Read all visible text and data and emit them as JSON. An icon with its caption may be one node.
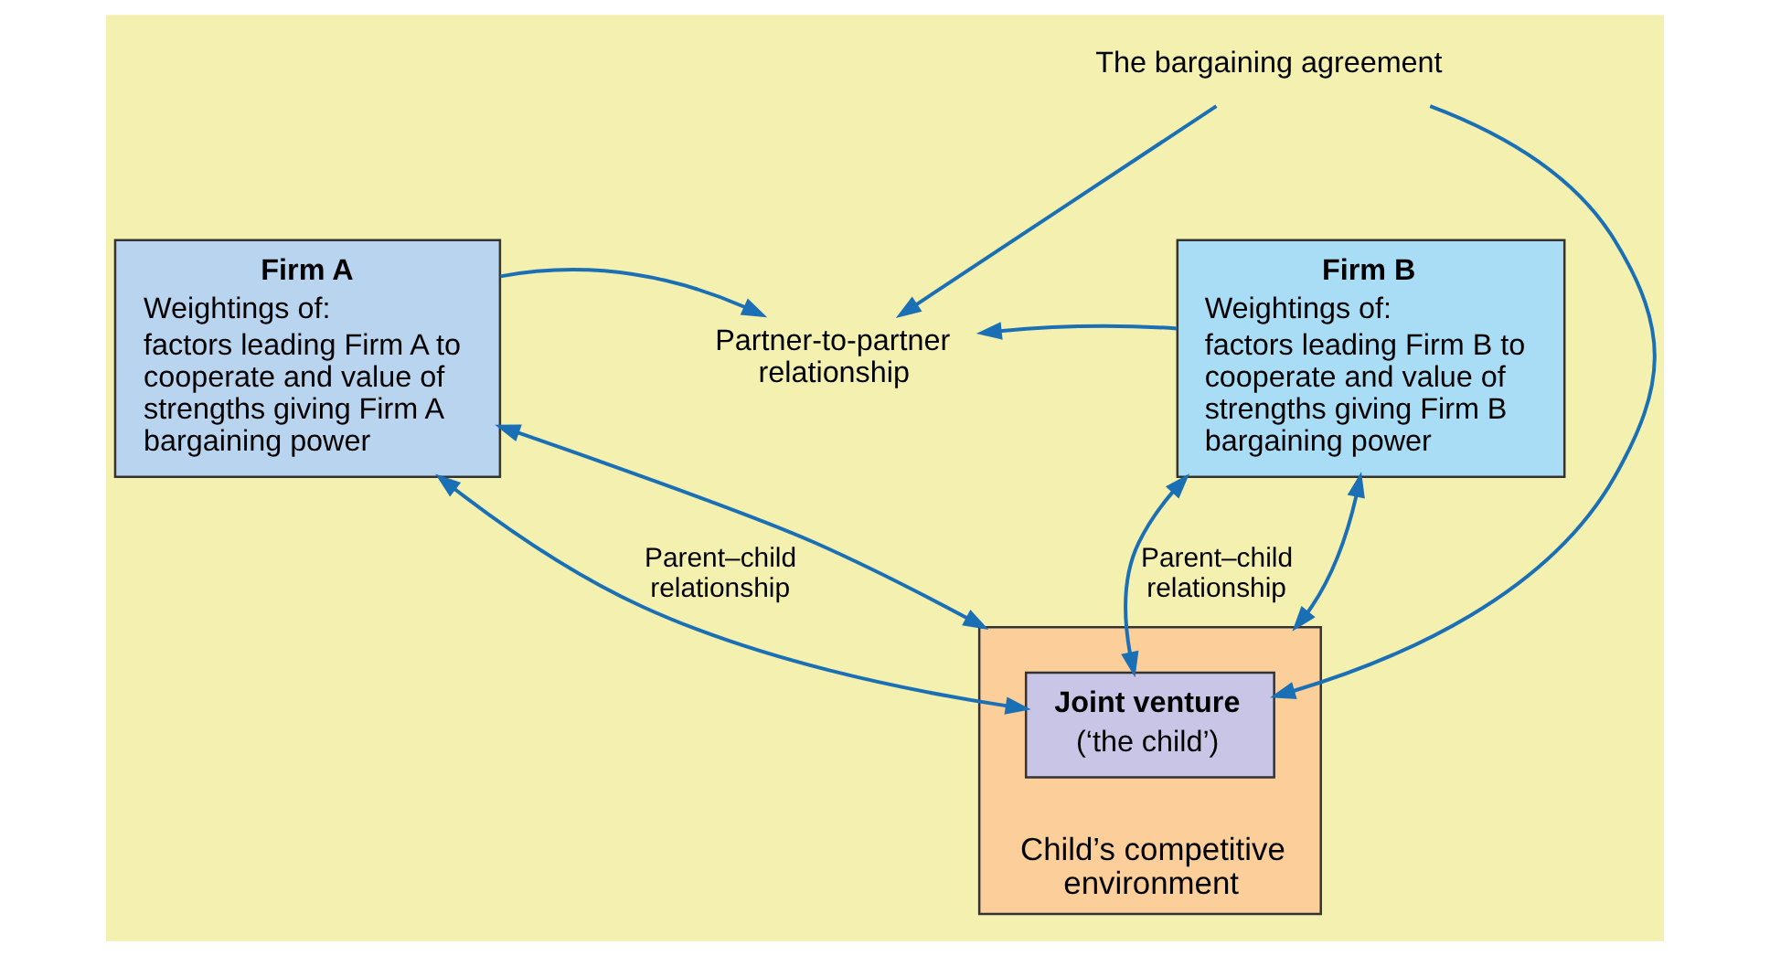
{
  "diagram": {
    "nodes": [
      {
        "text": [
          "Firm A",
          "Weightings of:",
          "factors leading Firm A to cooperate and value of strengths giving Firm A bargaining power"
        ]
      },
      {
        "text": [
          "Partner-to-partner relationship"
        ]
      },
      {
        "text": [
          "Firm B",
          "Weightings of:",
          "factors leading Firm B to cooperate and value of strengths giving Firm B bargaining power"
        ]
      },
      {
        "text": [
          "Child’s competitive environment"
        ]
      },
      {
        "text": [
          "Joint venture",
          "(‘the child’)"
        ],
        "in": 3
      },
      {
        "text": [
          "The bargaining agreement"
        ]
      }
    ],
    "edges": [
      {
        "from": 0,
        "to": 1,
        "arrow": "to"
      },
      {
        "from": 2,
        "to": 1,
        "arrow": "to"
      },
      {
        "from": 5,
        "to": 1,
        "arrow": "to"
      },
      {
        "from": 0,
        "to": 4,
        "arrow": "both",
        "label": "Parent–child relationship"
      },
      {
        "from": 5,
        "to": 4,
        "arrow": "to"
      },
      {
        "from": 2,
        "to": 4,
        "arrow": "both",
        "label": "Parent–child relationship"
      },
      {
        "from": 0,
        "to": 3,
        "arrow": "both"
      },
      {
        "from": 2,
        "to": 3,
        "arrow": "both"
      }
    ]
  }
}
